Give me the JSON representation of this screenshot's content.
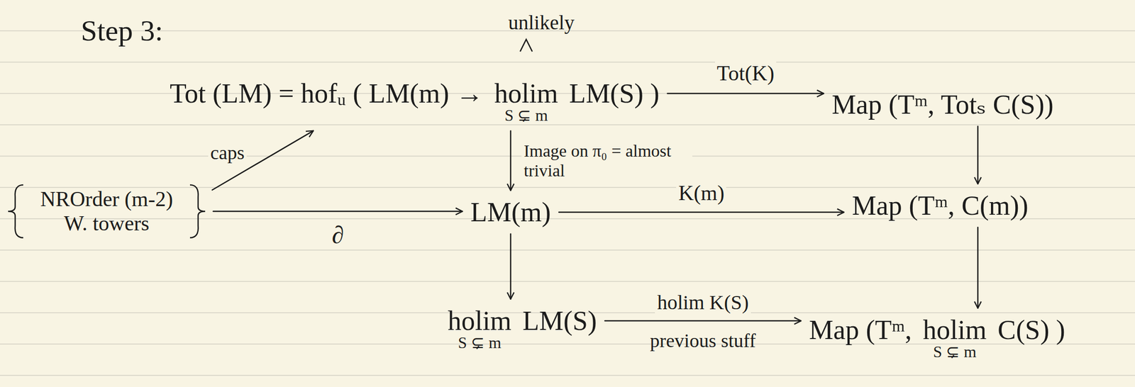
{
  "diagram": {
    "nodes": [
      {
        "text": [
          "Tot (LM) = hofᵤ ( LM(m) →",
          "holim",
          "S ⊊ m",
          "LM(S) )"
        ]
      },
      {
        "text": [
          "Map (Tᵐ, Totₛ C(S))"
        ]
      },
      {
        "text": [
          "NROrder (m-2) W. towers"
        ]
      },
      {
        "text": [
          "LM(m)"
        ]
      },
      {
        "text": [
          "Map (Tᵐ, C(m))"
        ]
      },
      {
        "text": [
          "holim",
          "S ⊊ m",
          "LM(S)"
        ]
      },
      {
        "text": [
          "Map (Tᵐ,",
          "holim",
          "S ⊊ m",
          "C(S) )"
        ]
      }
    ],
    "edges": [
      {
        "from": 0,
        "to": 1,
        "arrow": "to",
        "label": "Tot(K)"
      },
      {
        "from": 2,
        "to": 0,
        "arrow": "to",
        "label": "caps"
      },
      {
        "from": 2,
        "to": 3,
        "arrow": "to",
        "label": "∂"
      },
      {
        "from": 0,
        "to": 3,
        "arrow": "to",
        "label": "Image on π₀ = almost trivial"
      },
      {
        "from": 1,
        "to": 4,
        "arrow": "to"
      },
      {
        "from": 3,
        "to": 4,
        "arrow": "to",
        "label": "K(m)"
      },
      {
        "from": 3,
        "to": 5,
        "arrow": "to"
      },
      {
        "from": 4,
        "to": 6,
        "arrow": "to"
      },
      {
        "from": 5,
        "to": 6,
        "arrow": "to",
        "label": "holim K(S)"
      }
    ],
    "labels": [
      "Step 3:",
      "unlikely",
      "previous stuff"
    ]
  }
}
